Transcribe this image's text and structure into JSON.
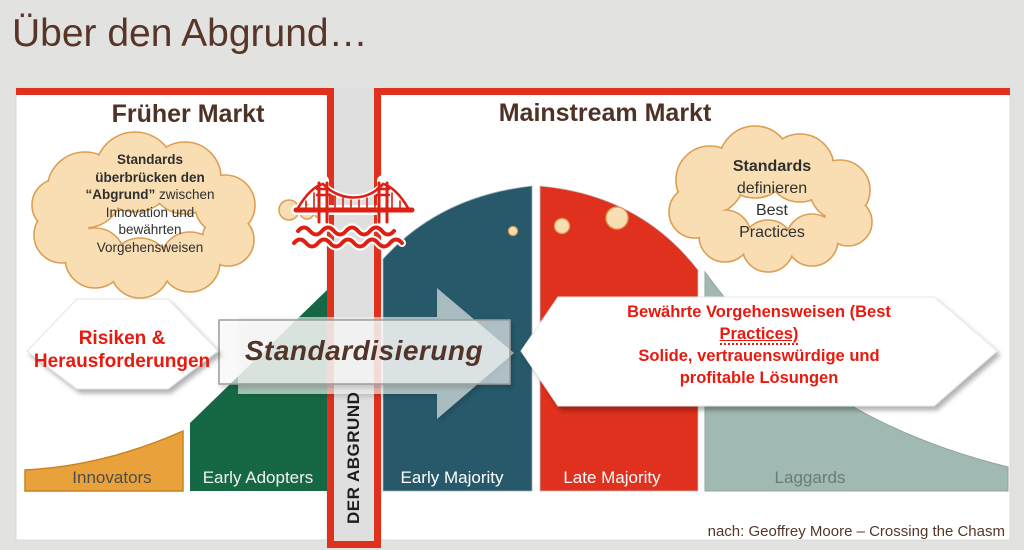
{
  "title": "Über den Abgrund…",
  "early_market": {
    "heading": "Früher Markt"
  },
  "mainstream_market": {
    "heading": "Mainstream Markt"
  },
  "left_cloud": {
    "line1": "Standards",
    "line2": "überbrücken den",
    "line3_bold": "“Abgrund”",
    "line3_rest": " zwischen",
    "line4": "Innovation und",
    "line5": "bewährten",
    "line6": "Vorgehensweisen"
  },
  "right_cloud": {
    "line1": "Standards",
    "line2": "definieren",
    "line3": "Best",
    "line4": "Practices"
  },
  "risks_callout": {
    "line1": "Risiken &",
    "line2": "Herausforderungen"
  },
  "standardization_arrow": {
    "label": "Standardisierung"
  },
  "best_practices_callout": {
    "line1": "Bewährte Vorgehensweisen (Best",
    "line2": "Practices)",
    "line3": "Solide, vertrauenswürdige und",
    "line4": "profitable Lösungen"
  },
  "chasm": {
    "label": "DER ABGRUND"
  },
  "segments": [
    {
      "label": "Innovators",
      "color": "#e9a23b"
    },
    {
      "label": "Early Adopters",
      "color": "#166845"
    },
    {
      "label": "Early Majority",
      "color": "#27596a"
    },
    {
      "label": "Late Majority",
      "color": "#e0301e"
    },
    {
      "label": "Laggards",
      "color": "#a0b9b2"
    }
  ],
  "caption": "nach: Geoffrey Moore – Crossing the Chasm",
  "colors": {
    "accent_red": "#e0301e",
    "title_brown": "#583528",
    "cloud_fill": "#f9ddb3",
    "cloud_border": "#dc9f52",
    "background": "#e2e3e1"
  }
}
